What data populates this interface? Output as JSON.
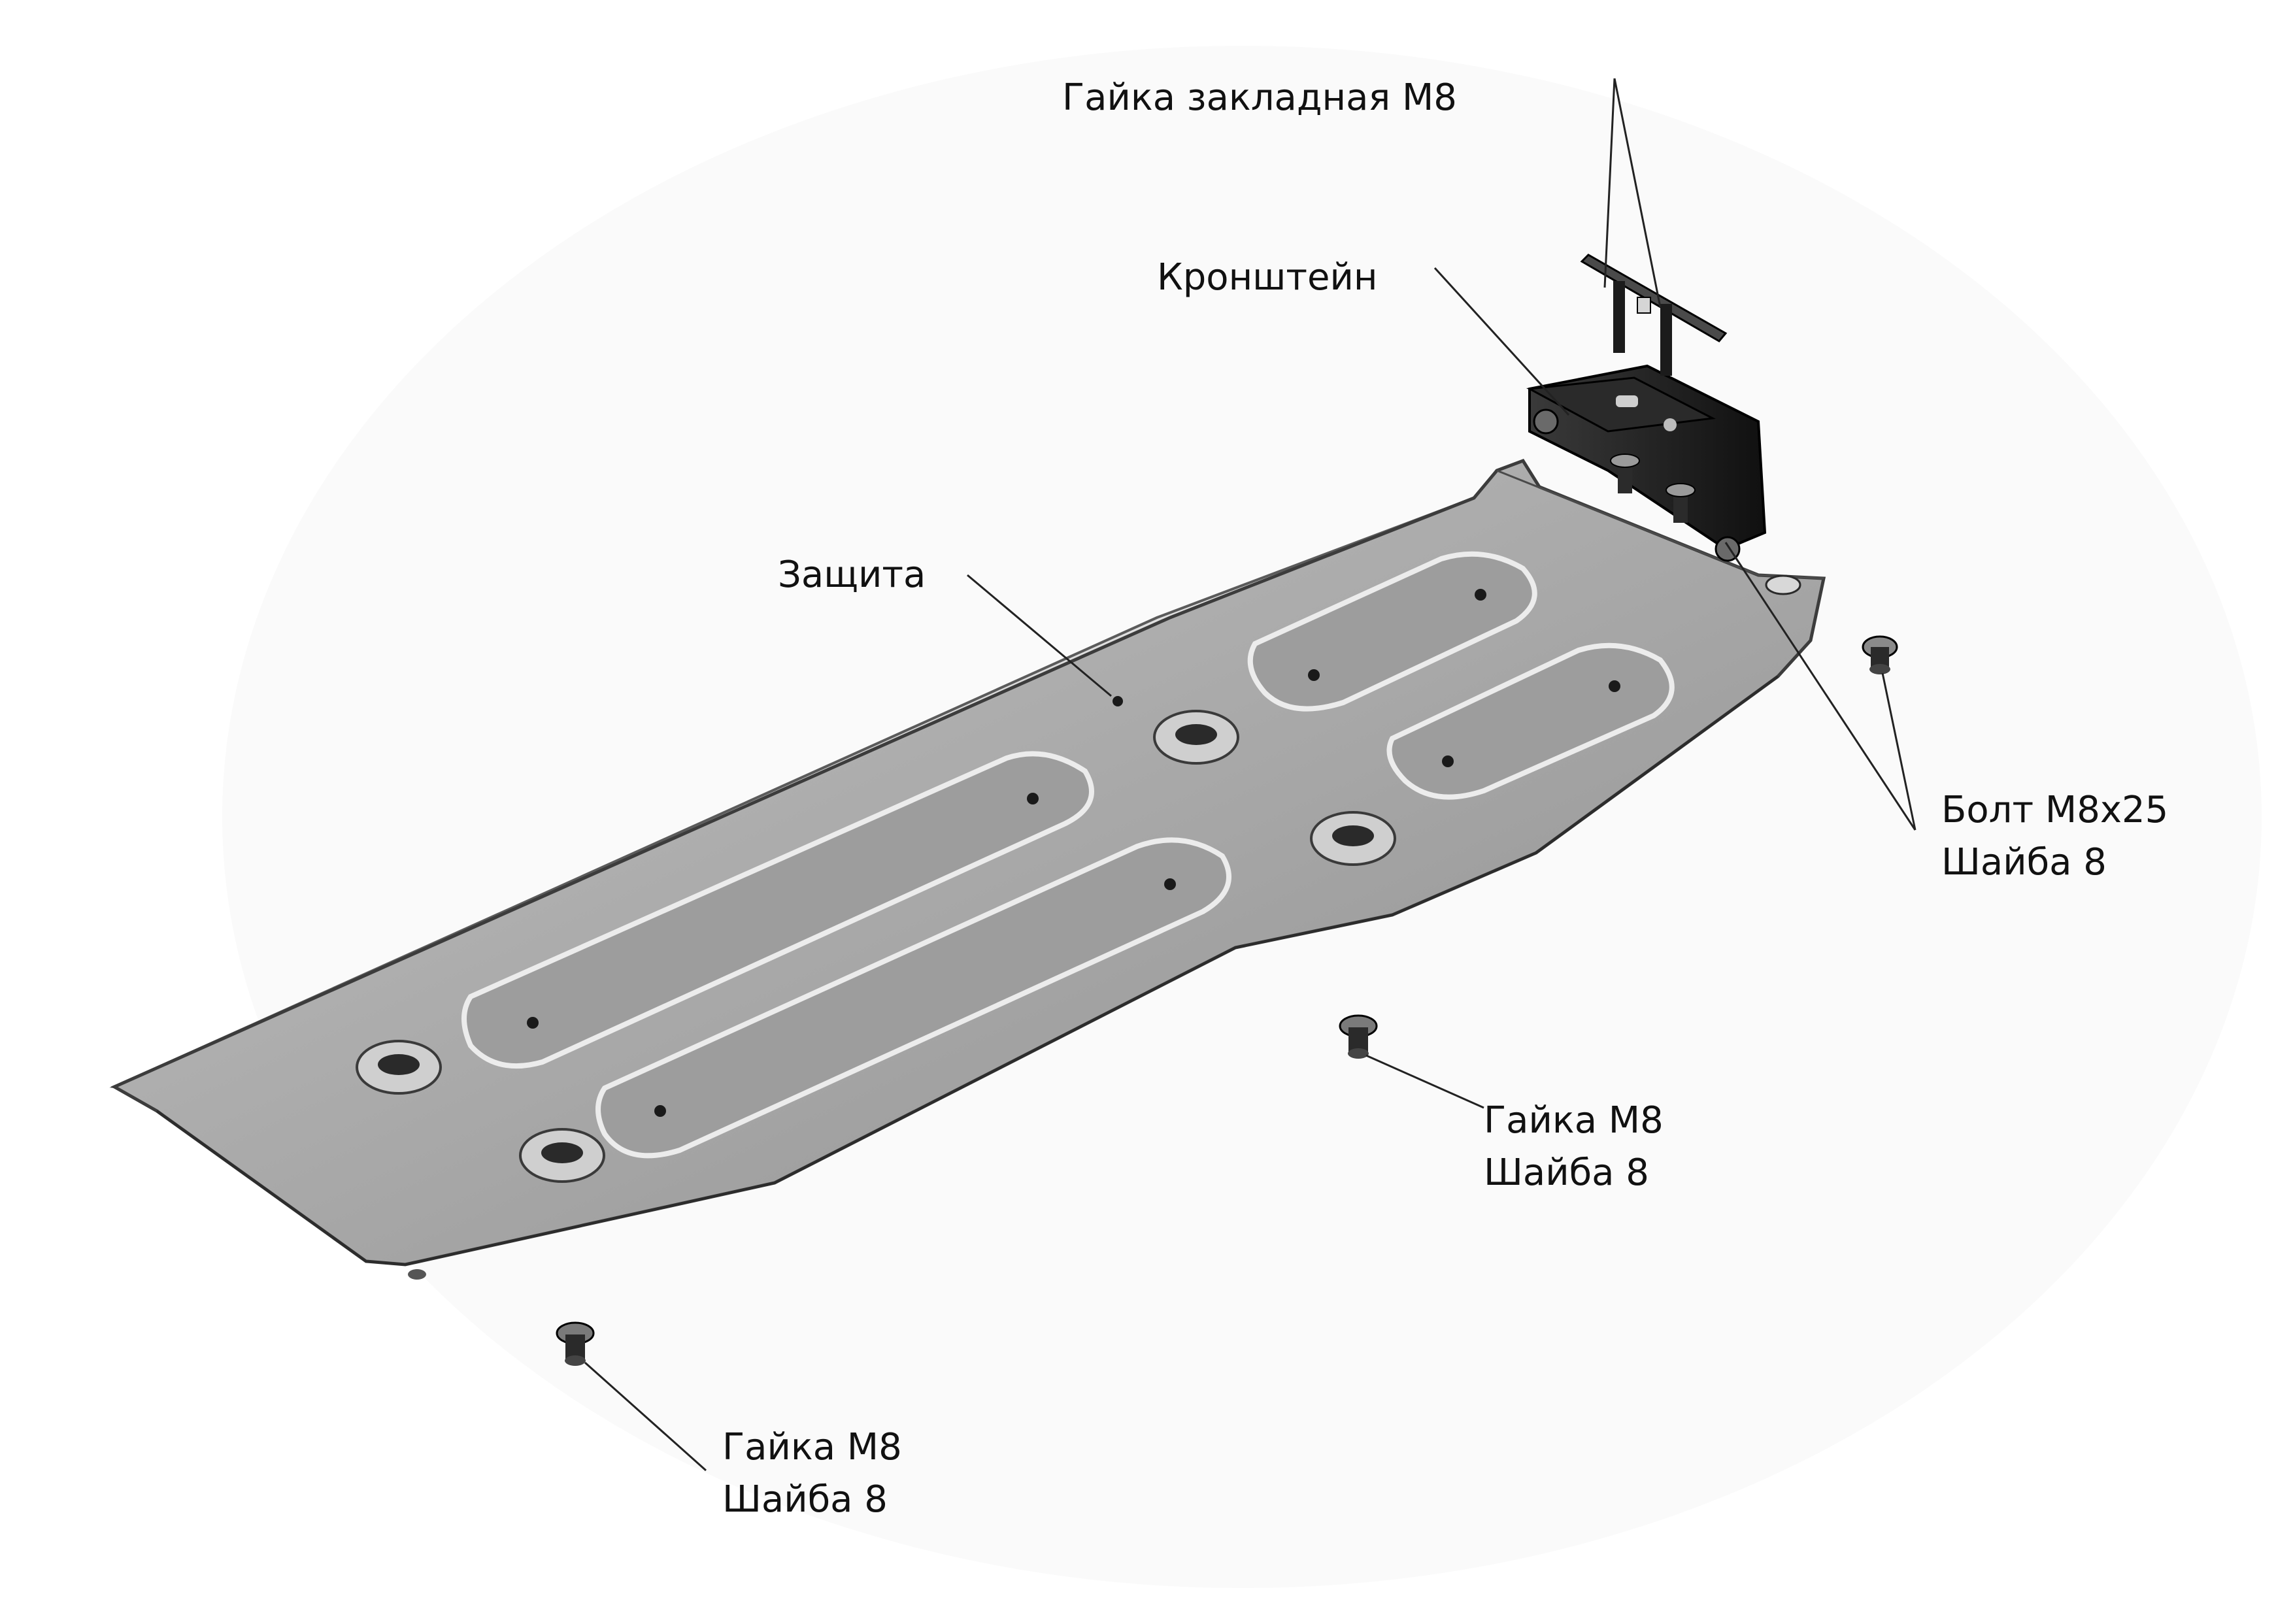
{
  "labels": {
    "embedded_nut": "Гайка закладная М8",
    "bracket": "Кронштейн",
    "guard": "Защита",
    "bolt": {
      "line1": "Болт М8х25",
      "line2": "Шайба 8"
    },
    "nut_right": {
      "line1": "Гайка М8",
      "line2": "Шайба 8"
    },
    "nut_left": {
      "line1": "Гайка М8",
      "line2": "Шайба 8"
    }
  },
  "colors": {
    "background": "#ffffff",
    "plate": "#a9a9a9",
    "plate_edge": "#5b5b5b",
    "recess": "#9a9a9a",
    "bracket": "#1e1e1e",
    "text": "#111111"
  }
}
